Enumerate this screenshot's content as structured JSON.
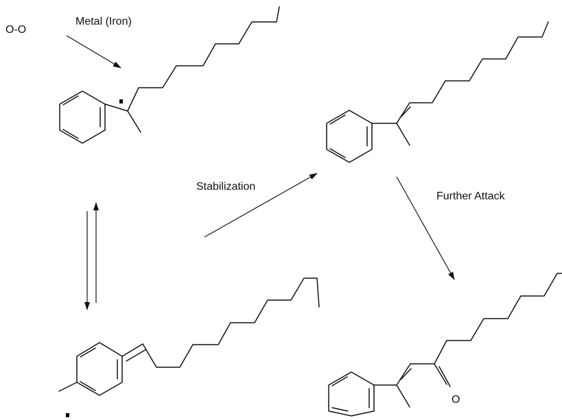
{
  "labels": {
    "oxygen": "O-O",
    "metal": "Metal (Iron)",
    "stabilization": "Stabilization",
    "further_attack": "Further Attack",
    "carbonyl_oxygen": "O"
  },
  "colors": {
    "ink": "#111111",
    "background": "#ffffff"
  }
}
